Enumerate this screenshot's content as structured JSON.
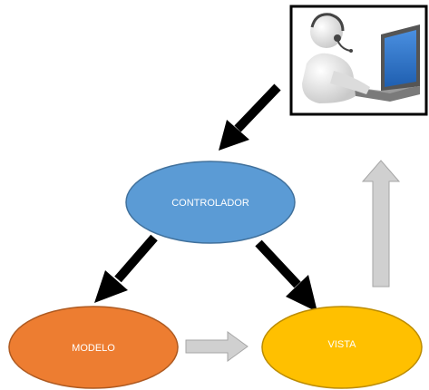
{
  "diagram": {
    "nodes": {
      "controller": {
        "label": "CONTROLADOR",
        "color": "#5b9bd5"
      },
      "model": {
        "label": "MODELO",
        "color": "#ed7d31"
      },
      "view": {
        "label": "VISTA",
        "color": "#ffc000"
      }
    },
    "user_image": {
      "icon": "user-with-headset-at-laptop-icon"
    },
    "arrows": {
      "user_to_controller": {
        "color": "#000000",
        "style": "solid"
      },
      "controller_to_model": {
        "color": "#000000",
        "style": "solid"
      },
      "controller_to_view": {
        "color": "#000000",
        "style": "solid"
      },
      "model_to_view": {
        "color": "#cccccc",
        "style": "block"
      },
      "view_to_user": {
        "color": "#cccccc",
        "style": "block"
      }
    }
  }
}
